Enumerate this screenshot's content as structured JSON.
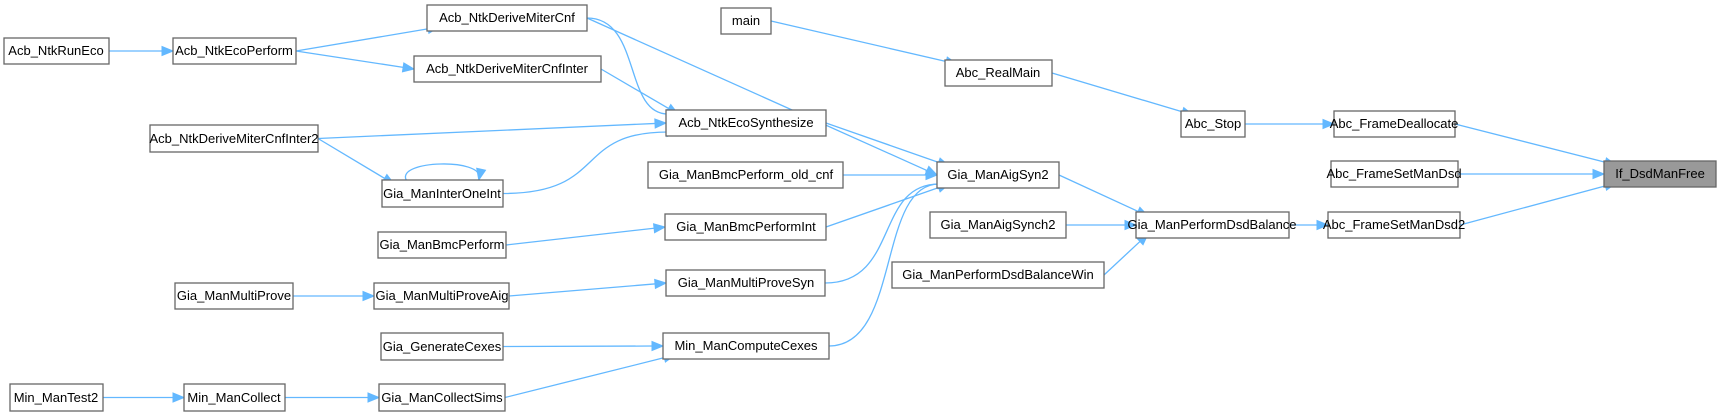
{
  "title": "Call graph for If_DsdManFree",
  "focus_node": "If_DsdManFree",
  "colors": {
    "edge": "#63b8ff",
    "node_border": "#666666",
    "node_fill": "#ffffff",
    "focus_fill": "#999999"
  },
  "nodes": [
    {
      "id": "n_If_DsdManFree",
      "label": "If_DsdManFree"
    },
    {
      "id": "n_Abc_FrameDeallocate",
      "label": "Abc_FrameDeallocate"
    },
    {
      "id": "n_Abc_FrameSetManDsd",
      "label": "Abc_FrameSetManDsd"
    },
    {
      "id": "n_Abc_FrameSetManDsd2",
      "label": "Abc_FrameSetManDsd2"
    },
    {
      "id": "n_Abc_Stop",
      "label": "Abc_Stop"
    },
    {
      "id": "n_Gia_ManPerformDsdBalance",
      "label": "Gia_ManPerformDsdBalance"
    },
    {
      "id": "n_Abc_RealMain",
      "label": "Abc_RealMain"
    },
    {
      "id": "n_main",
      "label": "main"
    },
    {
      "id": "n_Gia_ManAigSyn2",
      "label": "Gia_ManAigSyn2"
    },
    {
      "id": "n_Gia_ManAigSynch2",
      "label": "Gia_ManAigSynch2"
    },
    {
      "id": "n_Gia_ManPerformDsdBalanceWin",
      "label": "Gia_ManPerformDsdBalanceWin"
    },
    {
      "id": "n_Acb_NtkEcoSynthesize",
      "label": "Acb_NtkEcoSynthesize"
    },
    {
      "id": "n_Gia_ManBmcPerform_old_cnf",
      "label": "Gia_ManBmcPerform_old_cnf"
    },
    {
      "id": "n_Gia_ManBmcPerformInt",
      "label": "Gia_ManBmcPerformInt"
    },
    {
      "id": "n_Gia_ManMultiProveSyn",
      "label": "Gia_ManMultiProveSyn"
    },
    {
      "id": "n_Min_ManComputeCexes",
      "label": "Min_ManComputeCexes"
    },
    {
      "id": "n_Acb_NtkDeriveMiterCnf",
      "label": "Acb_NtkDeriveMiterCnf"
    },
    {
      "id": "n_Acb_NtkDeriveMiterCnfInter",
      "label": "Acb_NtkDeriveMiterCnfInter"
    },
    {
      "id": "n_Acb_NtkDeriveMiterCnfInter2",
      "label": "Acb_NtkDeriveMiterCnfInter2"
    },
    {
      "id": "n_Gia_ManInterOneInt",
      "label": "Gia_ManInterOneInt"
    },
    {
      "id": "n_Gia_ManBmcPerform",
      "label": "Gia_ManBmcPerform"
    },
    {
      "id": "n_Gia_ManMultiProveAig",
      "label": "Gia_ManMultiProveAig"
    },
    {
      "id": "n_Gia_GenerateCexes",
      "label": "Gia_GenerateCexes"
    },
    {
      "id": "n_Gia_ManCollectSims",
      "label": "Gia_ManCollectSims"
    },
    {
      "id": "n_Acb_NtkEcoPerform",
      "label": "Acb_NtkEcoPerform"
    },
    {
      "id": "n_Gia_ManMultiProve",
      "label": "Gia_ManMultiProve"
    },
    {
      "id": "n_Min_ManCollect",
      "label": "Min_ManCollect"
    },
    {
      "id": "n_Acb_NtkRunEco",
      "label": "Acb_NtkRunEco"
    },
    {
      "id": "n_Min_ManTest2",
      "label": "Min_ManTest2"
    }
  ],
  "edges": [
    {
      "from": "Abc_FrameDeallocate",
      "to": "If_DsdManFree"
    },
    {
      "from": "Abc_FrameSetManDsd",
      "to": "If_DsdManFree"
    },
    {
      "from": "Abc_FrameSetManDsd2",
      "to": "If_DsdManFree"
    },
    {
      "from": "Abc_Stop",
      "to": "Abc_FrameDeallocate"
    },
    {
      "from": "Gia_ManPerformDsdBalance",
      "to": "Abc_FrameSetManDsd2"
    },
    {
      "from": "Abc_RealMain",
      "to": "Abc_Stop"
    },
    {
      "from": "main",
      "to": "Abc_RealMain"
    },
    {
      "from": "Gia_ManAigSyn2",
      "to": "Gia_ManPerformDsdBalance"
    },
    {
      "from": "Gia_ManAigSynch2",
      "to": "Gia_ManPerformDsdBalance"
    },
    {
      "from": "Gia_ManPerformDsdBalanceWin",
      "to": "Gia_ManPerformDsdBalance"
    },
    {
      "from": "Acb_NtkEcoSynthesize",
      "to": "Gia_ManAigSyn2"
    },
    {
      "from": "Acb_NtkDeriveMiterCnf",
      "to": "Gia_ManAigSyn2"
    },
    {
      "from": "Gia_ManBmcPerform_old_cnf",
      "to": "Gia_ManAigSyn2"
    },
    {
      "from": "Gia_ManBmcPerformInt",
      "to": "Gia_ManAigSyn2"
    },
    {
      "from": "Gia_ManMultiProveSyn",
      "to": "Gia_ManAigSyn2"
    },
    {
      "from": "Min_ManComputeCexes",
      "to": "Gia_ManAigSyn2"
    },
    {
      "from": "Acb_NtkDeriveMiterCnf",
      "to": "Acb_NtkEcoSynthesize"
    },
    {
      "from": "Acb_NtkDeriveMiterCnfInter",
      "to": "Acb_NtkEcoSynthesize"
    },
    {
      "from": "Acb_NtkDeriveMiterCnfInter2",
      "to": "Acb_NtkEcoSynthesize"
    },
    {
      "from": "Gia_ManInterOneInt",
      "to": "Acb_NtkEcoSynthesize"
    },
    {
      "from": "Acb_NtkDeriveMiterCnfInter2",
      "to": "Gia_ManInterOneInt"
    },
    {
      "from": "Gia_ManInterOneInt",
      "to": "Gia_ManInterOneInt"
    },
    {
      "from": "Acb_NtkEcoPerform",
      "to": "Acb_NtkDeriveMiterCnf"
    },
    {
      "from": "Acb_NtkEcoPerform",
      "to": "Acb_NtkDeriveMiterCnfInter"
    },
    {
      "from": "Acb_NtkRunEco",
      "to": "Acb_NtkEcoPerform"
    },
    {
      "from": "Gia_ManBmcPerform",
      "to": "Gia_ManBmcPerformInt"
    },
    {
      "from": "Gia_ManMultiProveAig",
      "to": "Gia_ManMultiProveSyn"
    },
    {
      "from": "Gia_ManMultiProve",
      "to": "Gia_ManMultiProveAig"
    },
    {
      "from": "Gia_GenerateCexes",
      "to": "Min_ManComputeCexes"
    },
    {
      "from": "Gia_ManCollectSims",
      "to": "Min_ManComputeCexes"
    },
    {
      "from": "Min_ManCollect",
      "to": "Gia_ManCollectSims"
    },
    {
      "from": "Min_ManTest2",
      "to": "Min_ManCollect"
    }
  ]
}
